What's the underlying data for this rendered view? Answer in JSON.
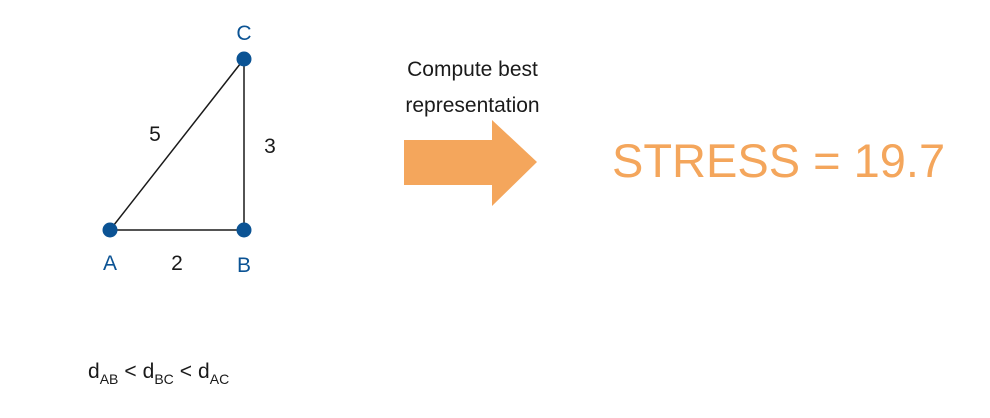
{
  "colors": {
    "node": "#0b5394",
    "edge": "#1a1a1a",
    "accent": "#f4a65c",
    "text": "#1a1a1a"
  },
  "triangle": {
    "nodes": [
      {
        "id": "A",
        "label": "A"
      },
      {
        "id": "B",
        "label": "B"
      },
      {
        "id": "C",
        "label": "C"
      }
    ],
    "edges": [
      {
        "from": "A",
        "to": "B",
        "label": "2"
      },
      {
        "from": "B",
        "to": "C",
        "label": "3"
      },
      {
        "from": "A",
        "to": "C",
        "label": "5"
      }
    ]
  },
  "caption": {
    "line1": "Compute best",
    "line2": "representation"
  },
  "result": {
    "text": "STRESS = 19.7"
  },
  "formula": {
    "d": "d",
    "sub_ab": "AB",
    "sub_bc": "BC",
    "sub_ac": "AC",
    "operator": "<"
  }
}
